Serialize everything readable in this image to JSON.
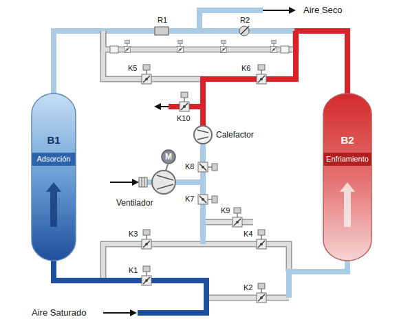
{
  "diagram": {
    "nodes": [
      {
        "text": [
          "B1",
          "Adsorción"
        ]
      },
      {
        "text": [
          "B2",
          "Enfriamiento"
        ]
      },
      {
        "text": [
          "M"
        ]
      }
    ],
    "edges": [
      {
        "from": 0,
        "to": 1,
        "arrow": "none"
      }
    ],
    "labels": [
      "Aire Seco",
      "R1",
      "R2",
      "K5",
      "K6",
      "K10",
      "Calefactor",
      "Ventilador",
      "K8",
      "K7",
      "K9",
      "K3",
      "K4",
      "K1",
      "K2",
      "Aire Saturado"
    ]
  }
}
